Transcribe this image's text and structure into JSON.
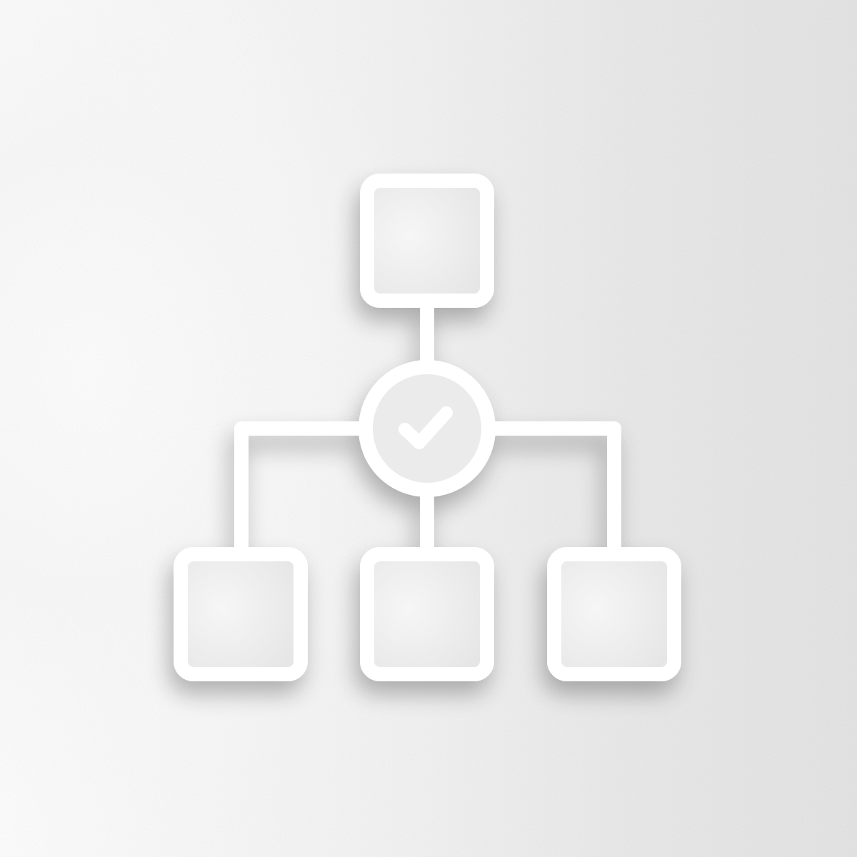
{
  "colors": {
    "background_light": "#ffffff",
    "background_dark": "#e4e4e4",
    "stroke": "#ffffff",
    "box_fill": "#ececec",
    "check": "#ffffff",
    "shadow": "#9a9a9a"
  },
  "icon": {
    "name": "hierarchy-approval-icon",
    "parts": [
      "top-node",
      "approval-check-circle",
      "left-child-node",
      "center-child-node",
      "right-child-node"
    ]
  }
}
